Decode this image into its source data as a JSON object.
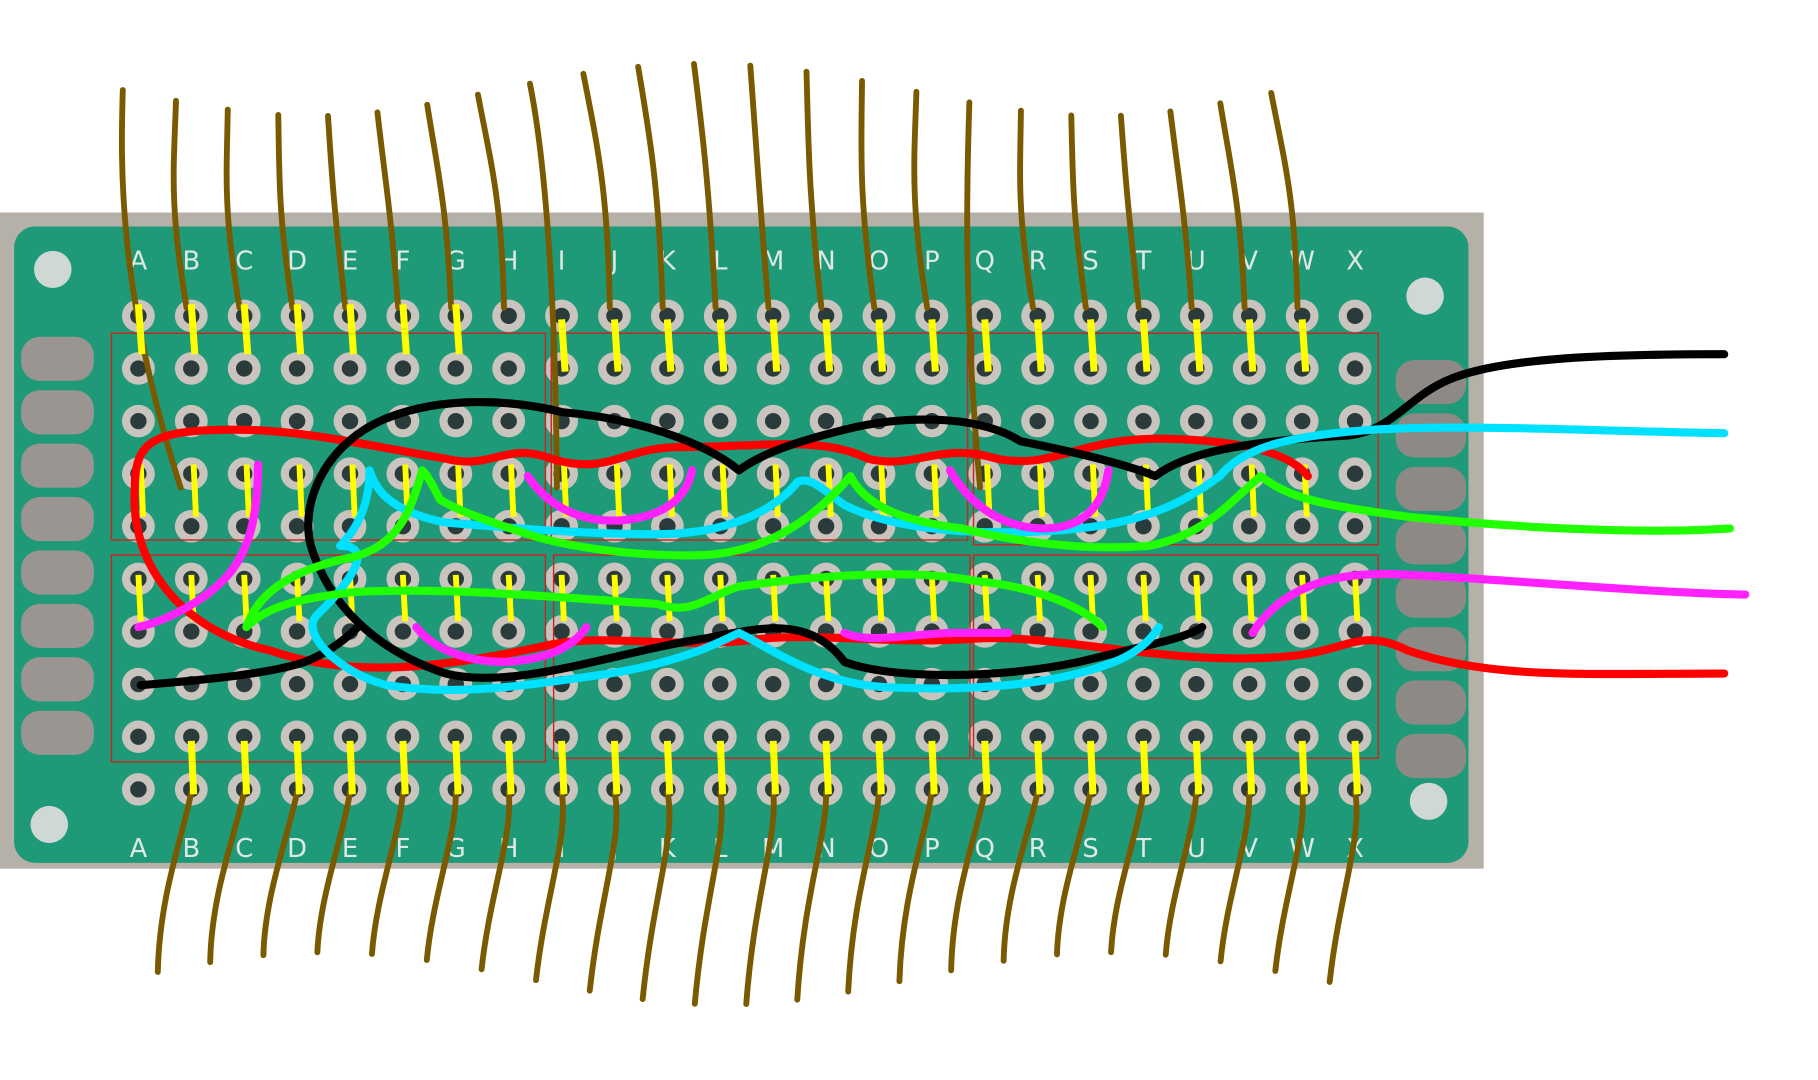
{
  "board": {
    "columns": [
      "A",
      "B",
      "C",
      "D",
      "E",
      "F",
      "G",
      "H",
      "I",
      "J",
      "K",
      "L",
      "M",
      "N",
      "O",
      "P",
      "Q",
      "R",
      "S",
      "T",
      "U",
      "V",
      "W",
      "X"
    ],
    "row_count": 10,
    "colors": {
      "frame": "#b5b0a8",
      "pcb": "#1e9a78",
      "pad": "#c9c4bd",
      "hole": "#2b3a3a",
      "block_outline": "#d02020"
    }
  },
  "wires": {
    "colors": {
      "leads": "#7a5a00",
      "jumpers": "#ffff00",
      "black": "#000000",
      "cyan": "#00e0ff",
      "green": "#22ff00",
      "magenta": "#ff22ff",
      "red": "#ff0000"
    }
  }
}
